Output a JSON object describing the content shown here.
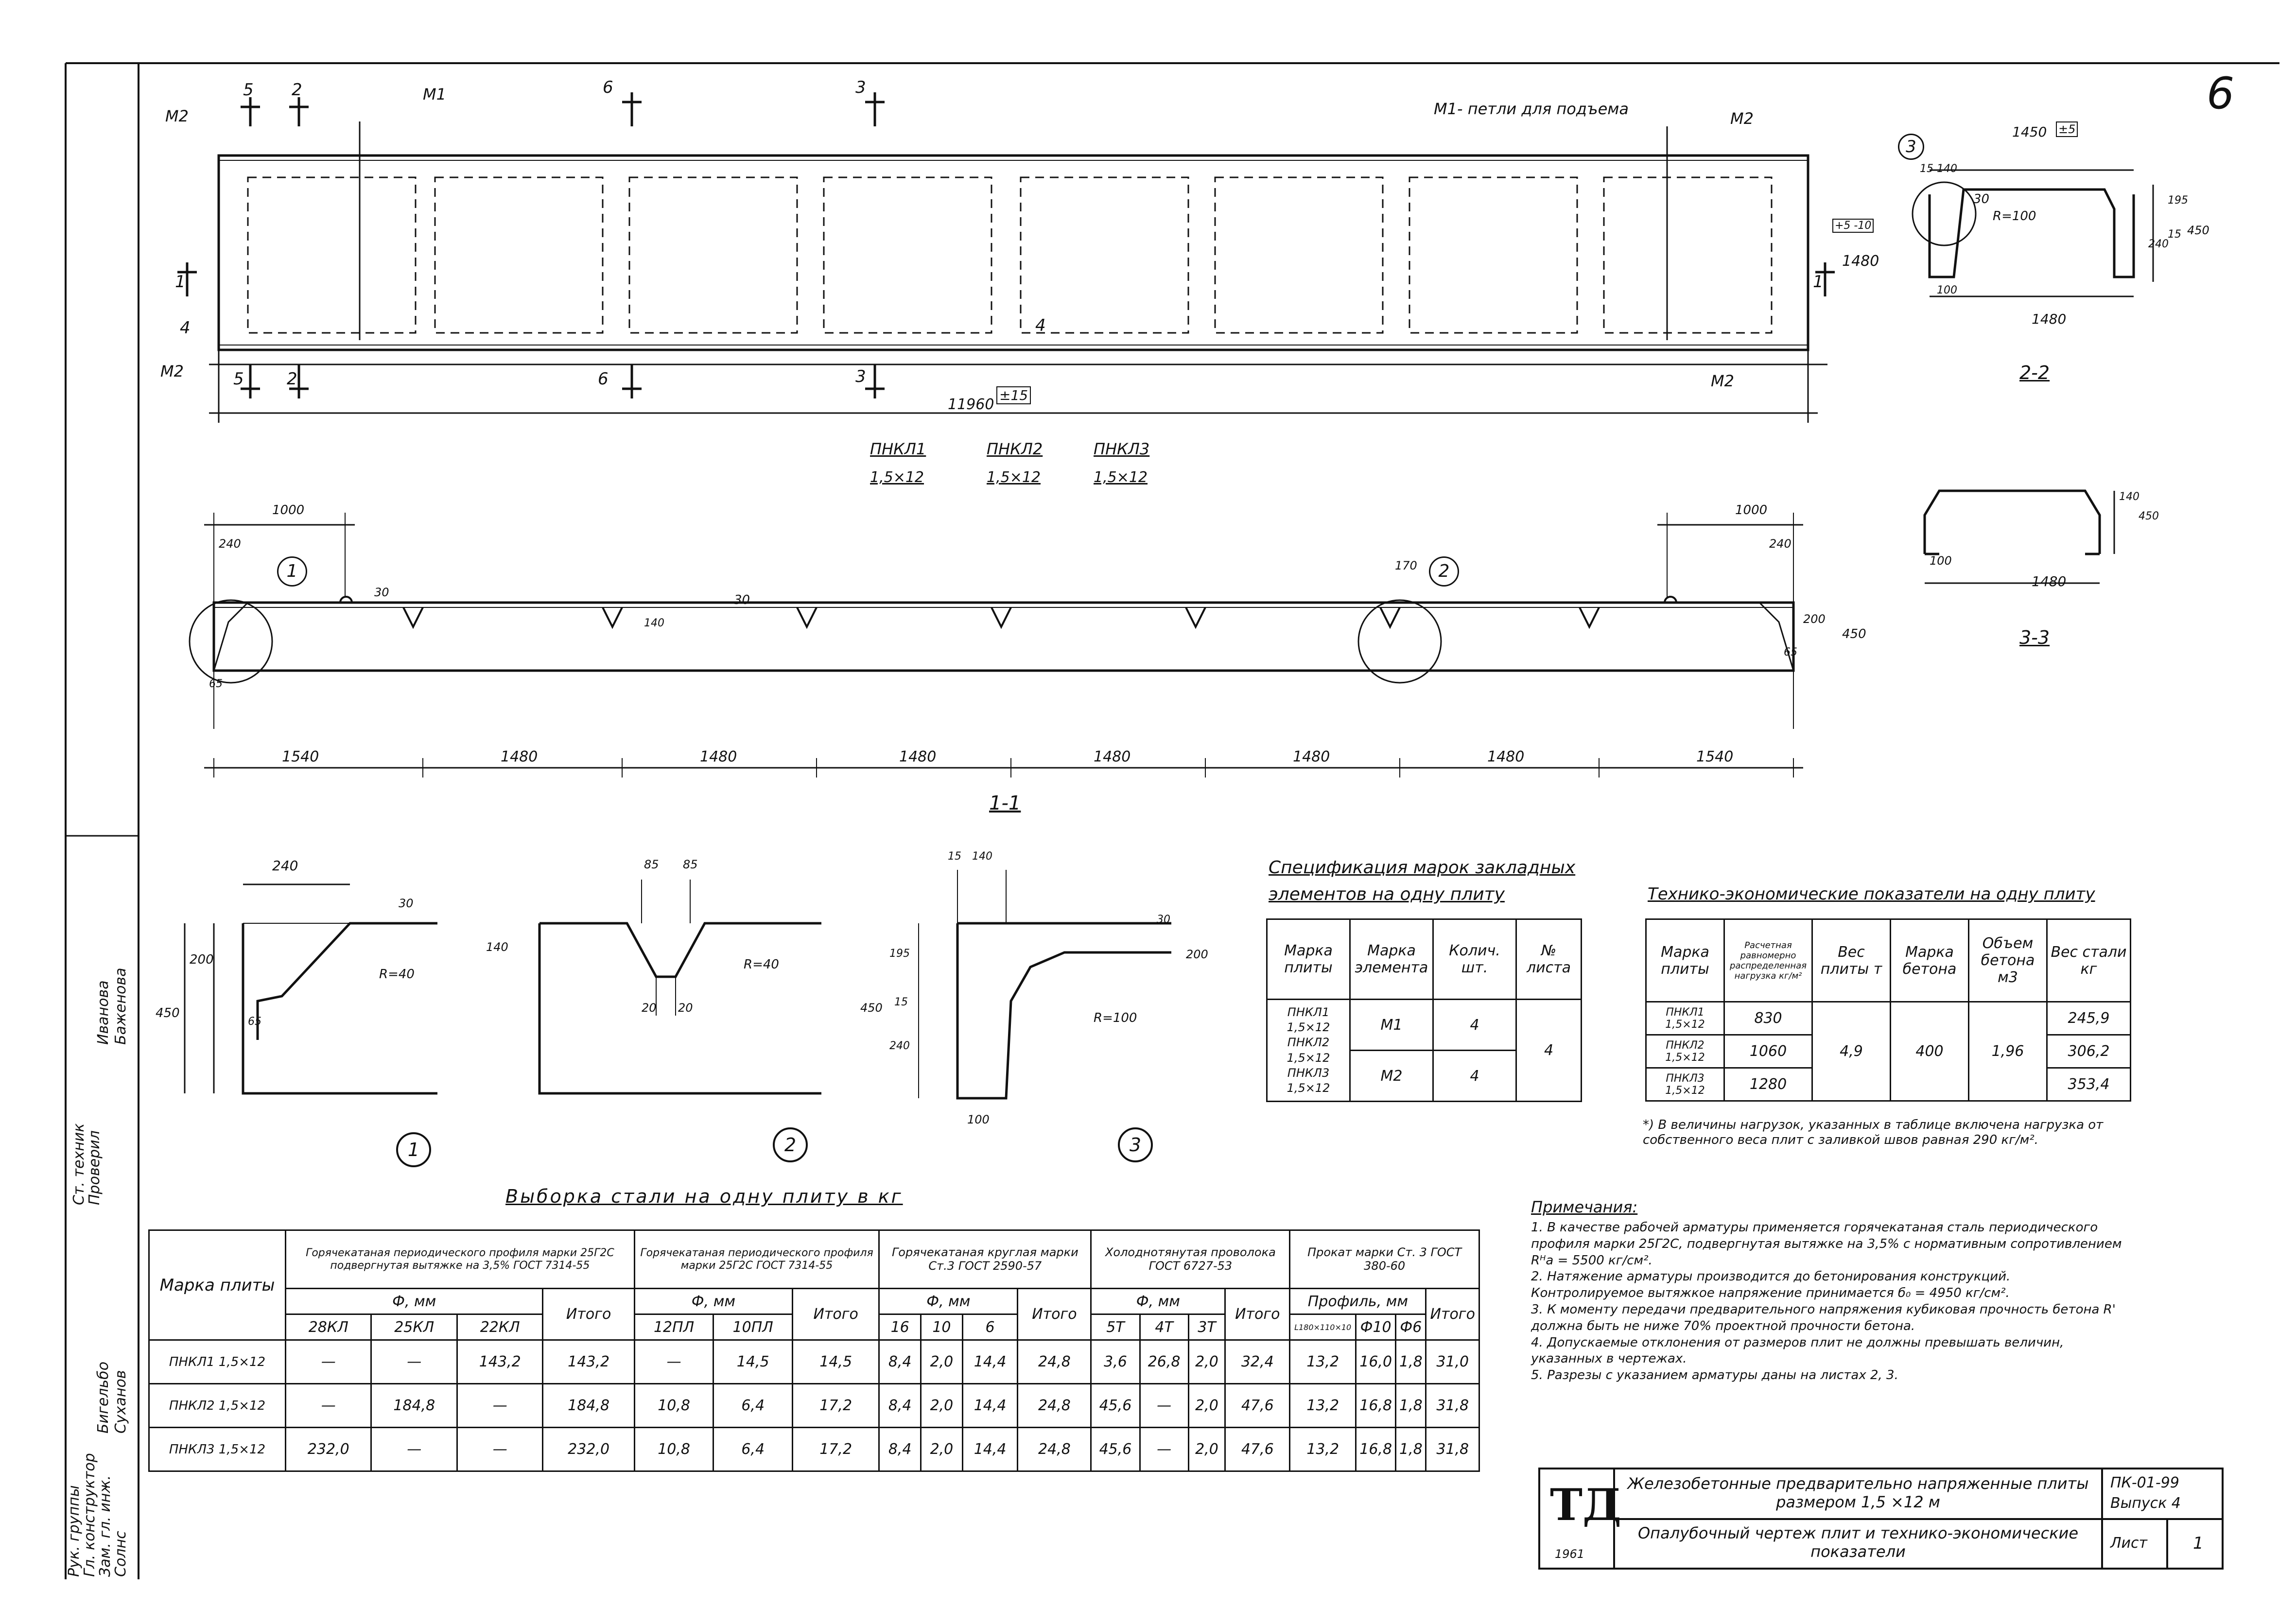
{
  "page_number": "6",
  "plan": {
    "cut_marks_top": [
      "5",
      "2",
      "6",
      "3"
    ],
    "cut_marks_bottom": [
      "5",
      "2",
      "6",
      "3"
    ],
    "m1_label": "M1",
    "m1_note": "M1- петли для подъема",
    "m2": "M2",
    "cut1": "1",
    "cut4": "4",
    "cut4_mid": "4",
    "dim_width": "1480",
    "dim_length": "11960",
    "tol_length": "±15",
    "tol_width": "+5 -10",
    "mark_names": [
      "ПНКЛ1",
      "ПНКЛ2",
      "ПНКЛ3"
    ],
    "mark_sizes": [
      "1,5×12",
      "1,5×12",
      "1,5×12"
    ]
  },
  "section22": {
    "title": "2-2",
    "dim_top": "1450",
    "tol_top": "±5",
    "d15": "15",
    "d140": "140",
    "d30": "30",
    "r": "R=100",
    "d195": "195",
    "d240": "240",
    "d15b": "15",
    "d450": "450",
    "d100": "100",
    "d1480": "1480",
    "callout": "3"
  },
  "section33": {
    "title": "3-3",
    "d140": "140",
    "d450": "450",
    "d100": "100",
    "d1480": "1480"
  },
  "elevation": {
    "title": "1-1",
    "callout1": "1",
    "callout2": "2",
    "dim_1000_left": "1000",
    "dim_1000_right": "1000",
    "dim_240_left": "240",
    "dim_240_right": "240",
    "dim_30a": "30",
    "dim_30b": "30",
    "dim_170": "170",
    "dim_140": "140",
    "dim_200": "200",
    "dim_450": "450",
    "dim_65_left": "65",
    "dim_65_right": "65",
    "spans": [
      "1540",
      "1480",
      "1480",
      "1480",
      "1480",
      "1480",
      "1480",
      "1540"
    ]
  },
  "details": {
    "d1": {
      "callout": "1",
      "w": "240",
      "h200": "200",
      "h450": "450",
      "d30": "30",
      "r": "R=40",
      "d65": "65"
    },
    "d2": {
      "callout": "2",
      "d85a": "85",
      "d85b": "85",
      "h140": "140",
      "r": "R=40",
      "d20a": "20",
      "d20b": "20"
    },
    "d3": {
      "callout": "3",
      "d15": "15",
      "d140": "140",
      "d30": "30",
      "h195": "195",
      "h15": "15",
      "h240": "240",
      "h450": "450",
      "h200": "200",
      "r": "R=100",
      "d100": "100"
    }
  },
  "spec_table": {
    "title_line1": "Спецификация марок закладных",
    "title_line2": "элементов на одну плиту",
    "headers": [
      "Марка плиты",
      "Марка элемента",
      "Колич. шт.",
      "№ листа"
    ],
    "marks": [
      "ПНКЛ1 1,5×12",
      "ПНКЛ2 1,5×12",
      "ПНКЛ3 1,5×12"
    ],
    "rows": [
      {
        "element": "M1",
        "qty": "4"
      },
      {
        "element": "M2",
        "qty": "4"
      }
    ],
    "sheet": "4"
  },
  "tep_table": {
    "title": "Технико-экономические показатели на одну плиту",
    "headers": [
      "Марка плиты",
      "Расчетная равномерно распределенная нагрузка кг/м²",
      "Вес плиты т",
      "Марка бетона",
      "Объем бетона м3",
      "Вес стали кг"
    ],
    "marks": [
      "ПНКЛ1 1,5×12",
      "ПНКЛ2 1,5×12",
      "ПНКЛ3 1,5×12"
    ],
    "loads": [
      "830",
      "1060",
      "1280"
    ],
    "weight": "4,9",
    "concrete": "400",
    "volume": "1,96",
    "steel": [
      "245,9",
      "306,2",
      "353,4"
    ],
    "footnote": "*) В величины нагрузок, указанных в таблице включена нагрузка от собственного веса плит с заливкой швов равная 290 кг/м²."
  },
  "steel_table": {
    "title": "Выборка стали на одну плиту в кг",
    "col_mark": "Марка плиты",
    "groups": [
      "Горячекатаная периодического профиля марки 25Г2С подвергнутая вытяжке на 3,5% ГОСТ 7314-55",
      "Горячекатаная периодического профиля марки 25Г2С ГОСТ 7314-55",
      "Горячекатаная круглая марки Ст.3 ГОСТ 2590-57",
      "Холоднотянутая проволока ГОСТ 6727-53",
      "Прокат марки Ст. 3 ГОСТ 380-60"
    ],
    "sub_phi": "Ф, мм",
    "sub_profile": "Профиль, мм",
    "itogo": "Итого",
    "sizes": [
      "28КЛ",
      "25КЛ",
      "22КЛ",
      "12ПЛ",
      "10ПЛ",
      "16",
      "10",
      "6",
      "5Т",
      "4Т",
      "3Т",
      "L180×110×10",
      "Ф10",
      "Ф6"
    ],
    "rows": [
      {
        "mark": "ПНКЛ1 1,5×12",
        "v": [
          "—",
          "—",
          "143,2",
          "143,2",
          "—",
          "14,5",
          "14,5",
          "8,4",
          "2,0",
          "14,4",
          "24,8",
          "3,6",
          "26,8",
          "2,0",
          "32,4",
          "13,2",
          "16,0",
          "1,8",
          "31,0"
        ]
      },
      {
        "mark": "ПНКЛ2 1,5×12",
        "v": [
          "—",
          "184,8",
          "—",
          "184,8",
          "10,8",
          "6,4",
          "17,2",
          "8,4",
          "2,0",
          "14,4",
          "24,8",
          "45,6",
          "—",
          "2,0",
          "47,6",
          "13,2",
          "16,8",
          "1,8",
          "31,8"
        ]
      },
      {
        "mark": "ПНКЛ3 1,5×12",
        "v": [
          "232,0",
          "—",
          "—",
          "232,0",
          "10,8",
          "6,4",
          "17,2",
          "8,4",
          "2,0",
          "14,4",
          "24,8",
          "45,6",
          "—",
          "2,0",
          "47,6",
          "13,2",
          "16,8",
          "1,8",
          "31,8"
        ]
      }
    ]
  },
  "notes": {
    "title": "Примечания:",
    "items": [
      "1. В качестве рабочей арматуры применяется горячекатаная сталь периодического профиля марки 25Г2С, подвергнутая вытяжке на 3,5% с нормативным сопротивлением Rᴴa = 5500 кг/см².",
      "2. Натяжение арматуры производится до бетонирования конструкций. Контролируемое вытяжкое напряжение принимается б₀ = 4950 кг/см².",
      "3. К моменту передачи предварительного напряжения кубиковая прочность бетона R' должна быть не ниже 70% проектной прочности бетона.",
      "4. Допускаемые отклонения от размеров плит не должны превышать величин, указанных в чертежах.",
      "5. Разрезы с указанием арматуры даны на листах 2, 3."
    ]
  },
  "title_block": {
    "logo": "ТД",
    "year": "1961",
    "title1": "Железобетонные предварительно напряженные плиты размером 1,5 ×12 м",
    "title2": "Опалубочный чертеж плит и технико-экономические показатели",
    "code": "ПК-01-99",
    "issue": "Выпуск 4",
    "sheet_label": "Лист",
    "sheet_no": "1"
  },
  "side_stamp": {
    "roles": [
      "Рук. группы",
      "Гл. конструктор",
      "Зам. гл. инж.",
      "Ст. техник",
      "Проверил"
    ],
    "names": [
      "Солнс",
      "Бигельбо",
      "Суханов",
      "Иванова",
      "Баженова"
    ]
  }
}
